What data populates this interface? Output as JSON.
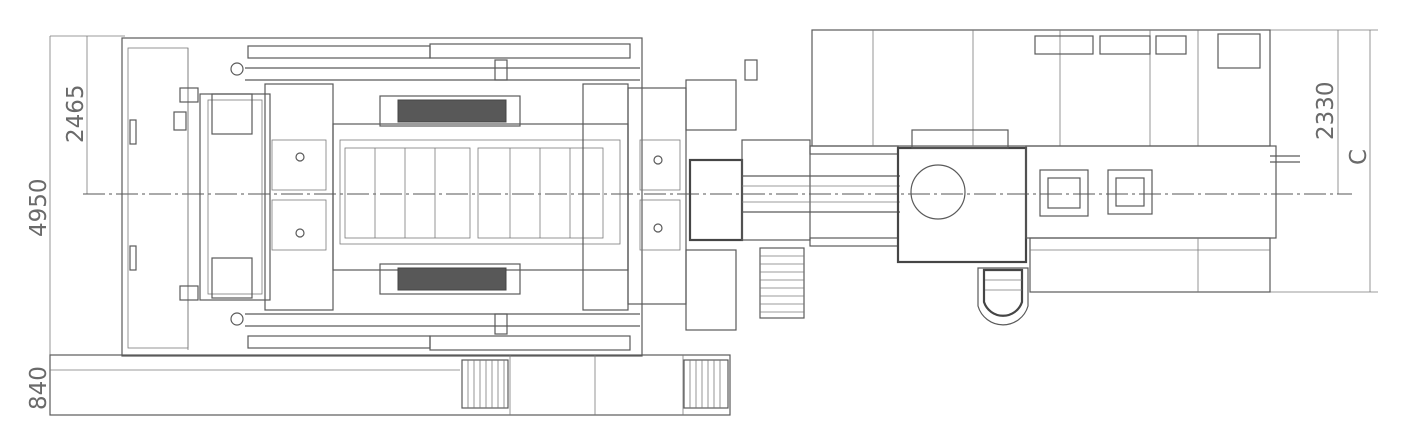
{
  "dimensions": {
    "total_width": "4950",
    "upper_half": "2465",
    "lower_extension": "840",
    "right_half": "2330",
    "right_marker": "C"
  },
  "colors": {
    "line": "#5a5a5a",
    "fill_dark": "#585858",
    "background": "#ffffff",
    "text": "#6a6a6a"
  }
}
